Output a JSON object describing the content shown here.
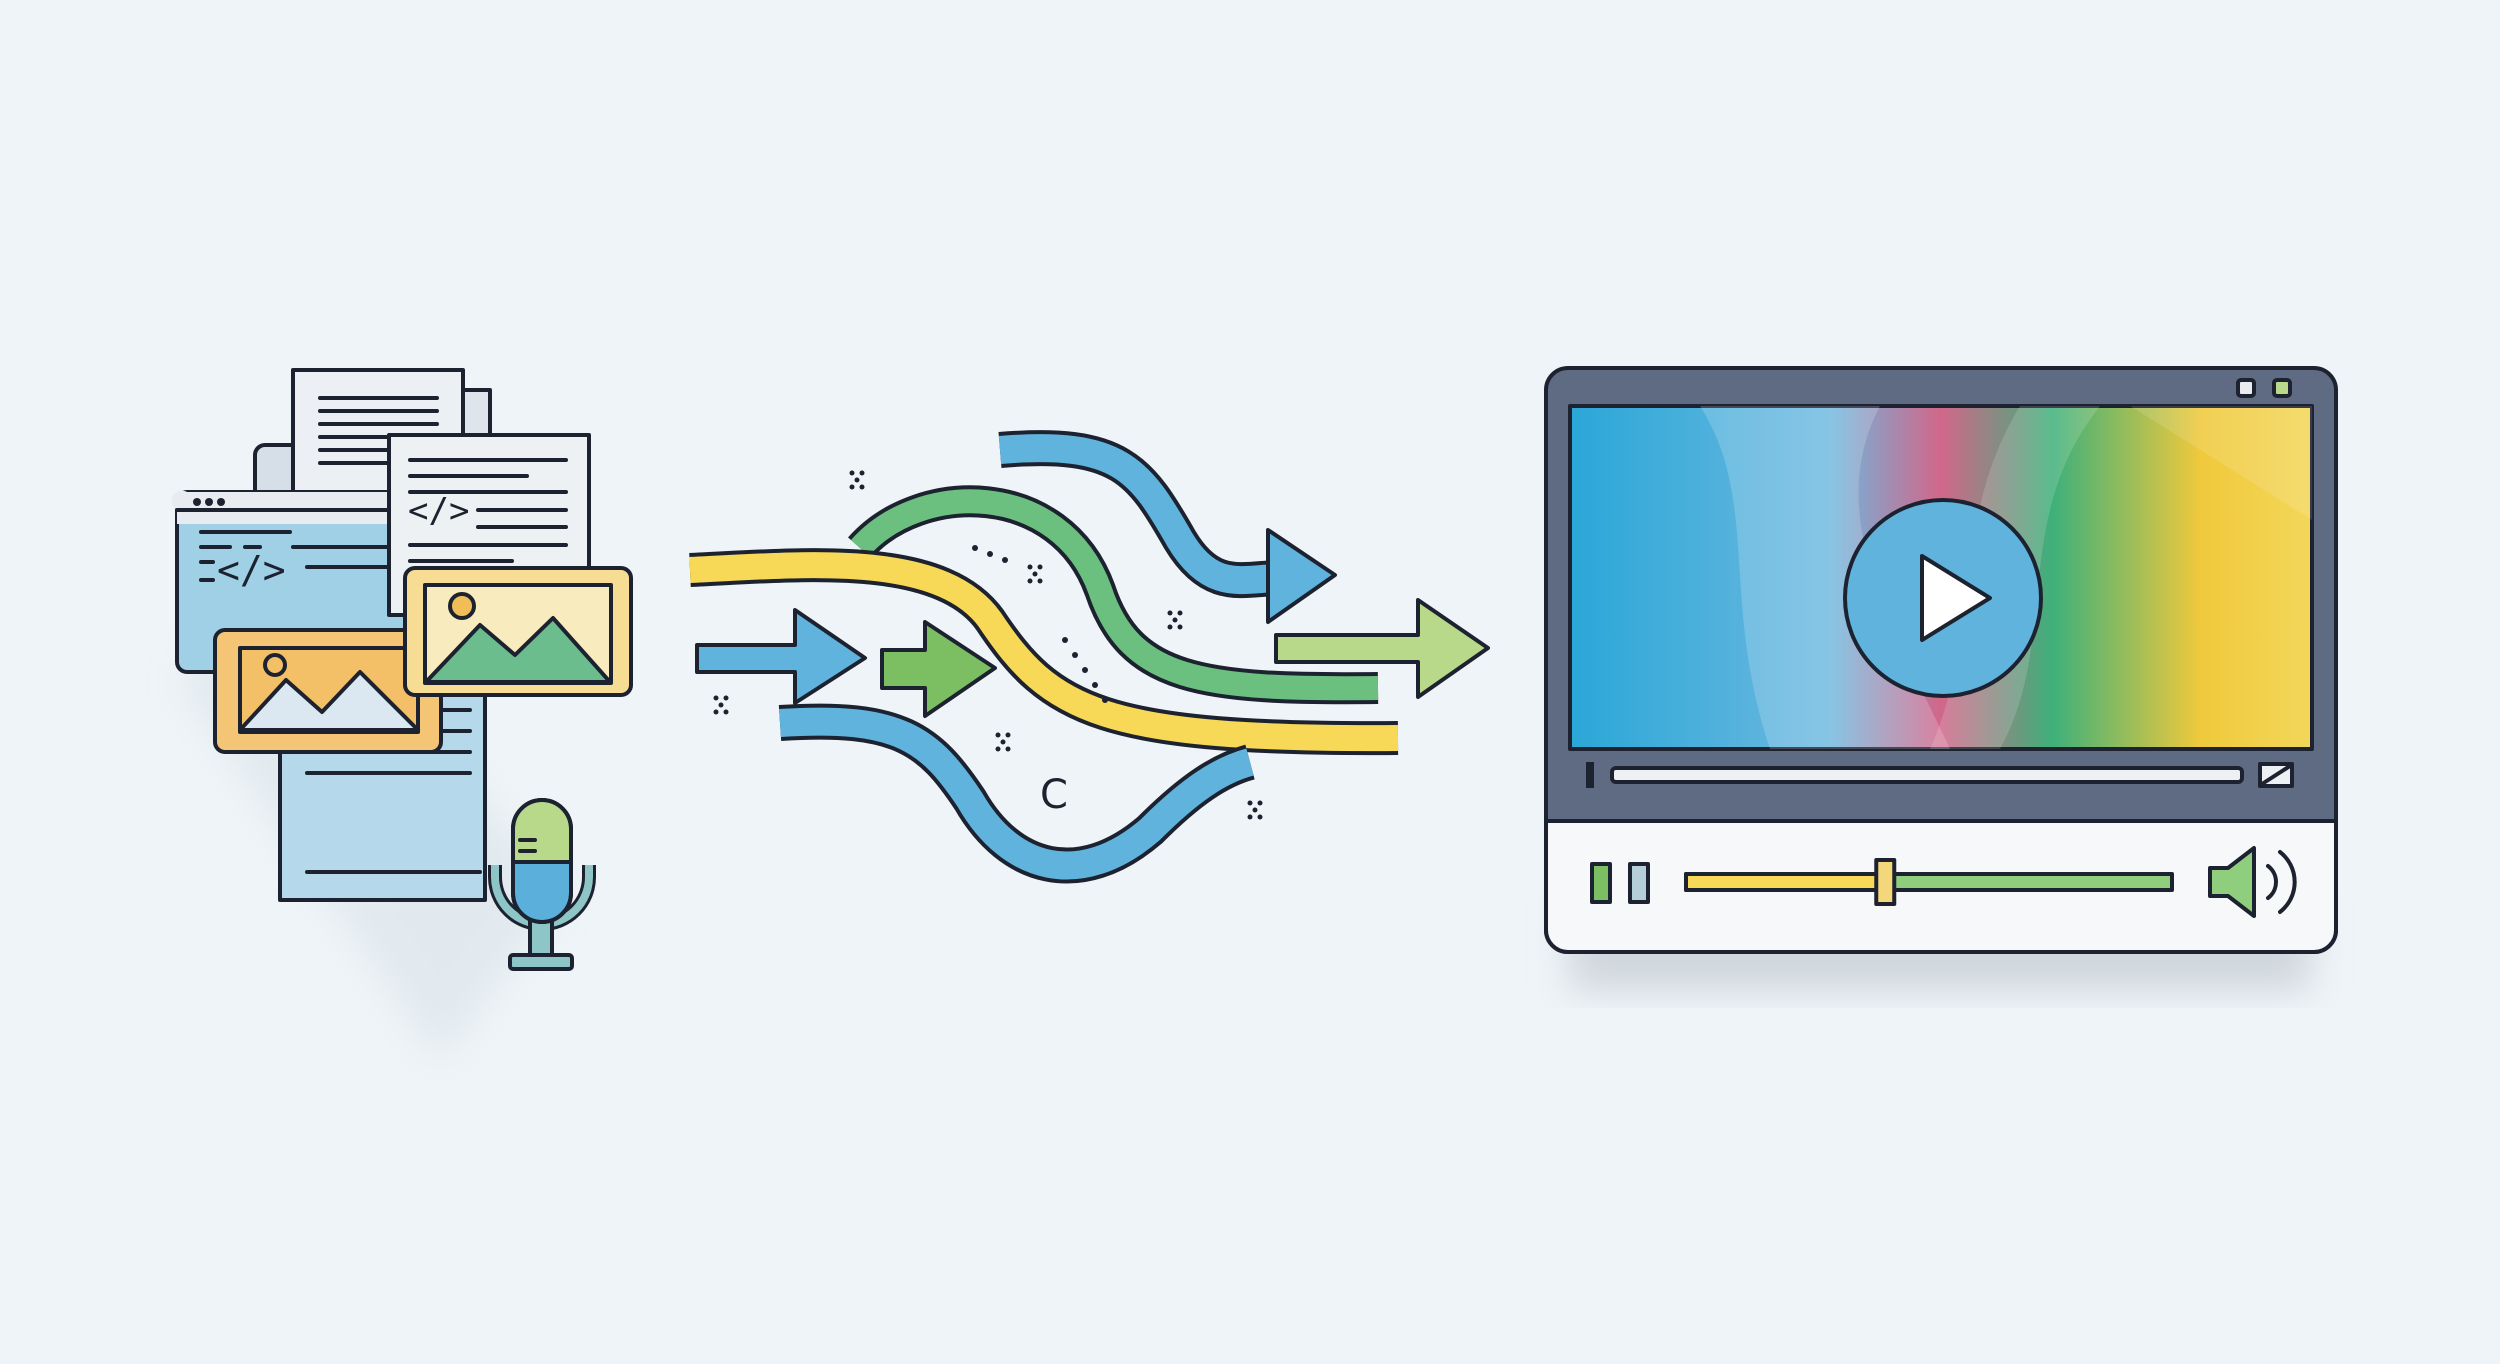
{
  "illustration": {
    "inputs": {
      "code_symbol": "</>",
      "items": [
        "text-document",
        "code-window",
        "code-document",
        "image-orange",
        "image-yellow",
        "microphone"
      ]
    },
    "transform": {
      "glyph": "C",
      "colors": {
        "blue": "#5fb3dc",
        "green": "#6cc07f",
        "yellow": "#f7d857",
        "light_green": "#b8d98a"
      }
    },
    "video_player": {
      "progress": 0.41,
      "colors": {
        "frame": "#5f6b82",
        "controls": "#f7f8fa"
      }
    }
  }
}
